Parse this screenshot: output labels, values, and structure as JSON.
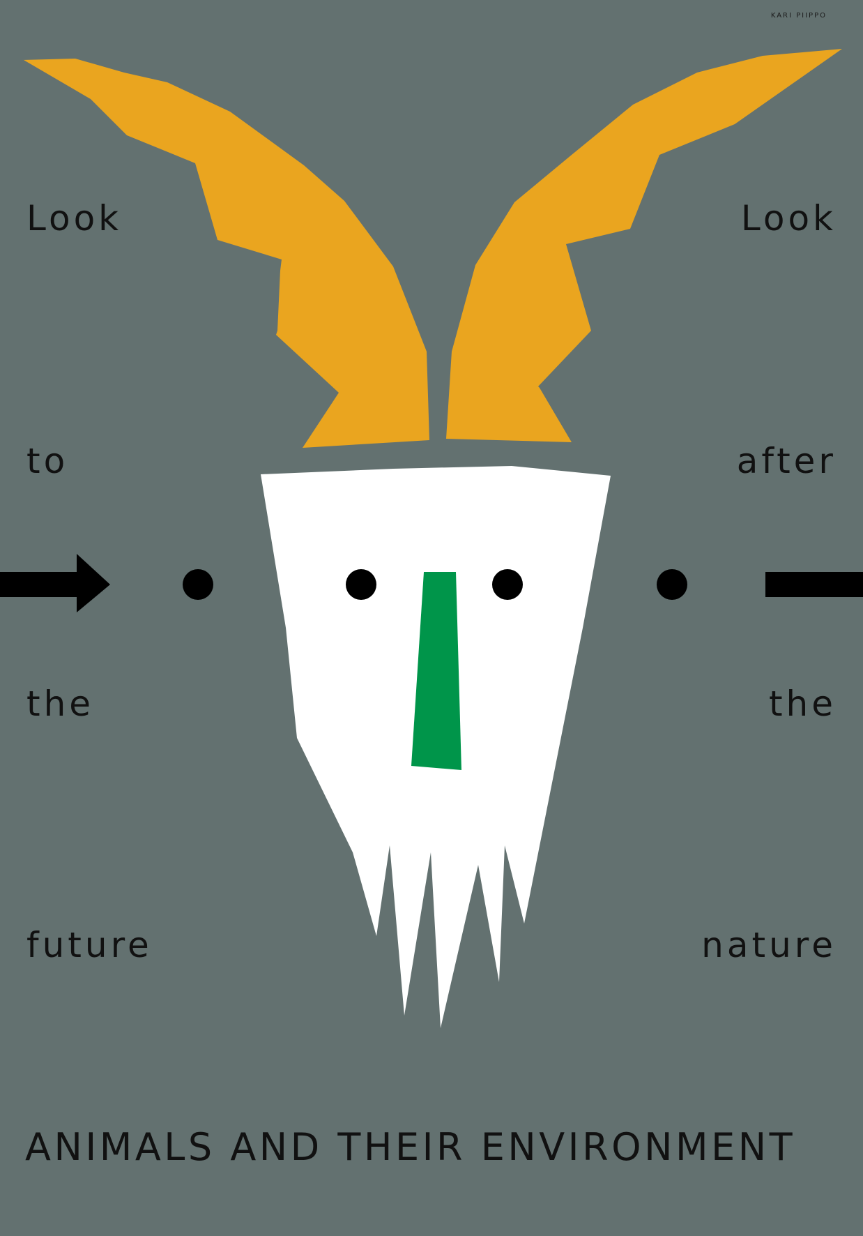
{
  "poster": {
    "credit": "KARI PIIPPO",
    "left_column": [
      "Look",
      "to",
      "the",
      "future"
    ],
    "right_column": [
      "Look",
      "after",
      "the",
      "nature"
    ],
    "tagline": "ANIMALS AND THEIR ENVIRONMENT",
    "colors": {
      "background": "#637170",
      "horns": "#EAA51F",
      "face": "#FFFFFF",
      "nose": "#00954A",
      "ink": "#000000"
    }
  }
}
